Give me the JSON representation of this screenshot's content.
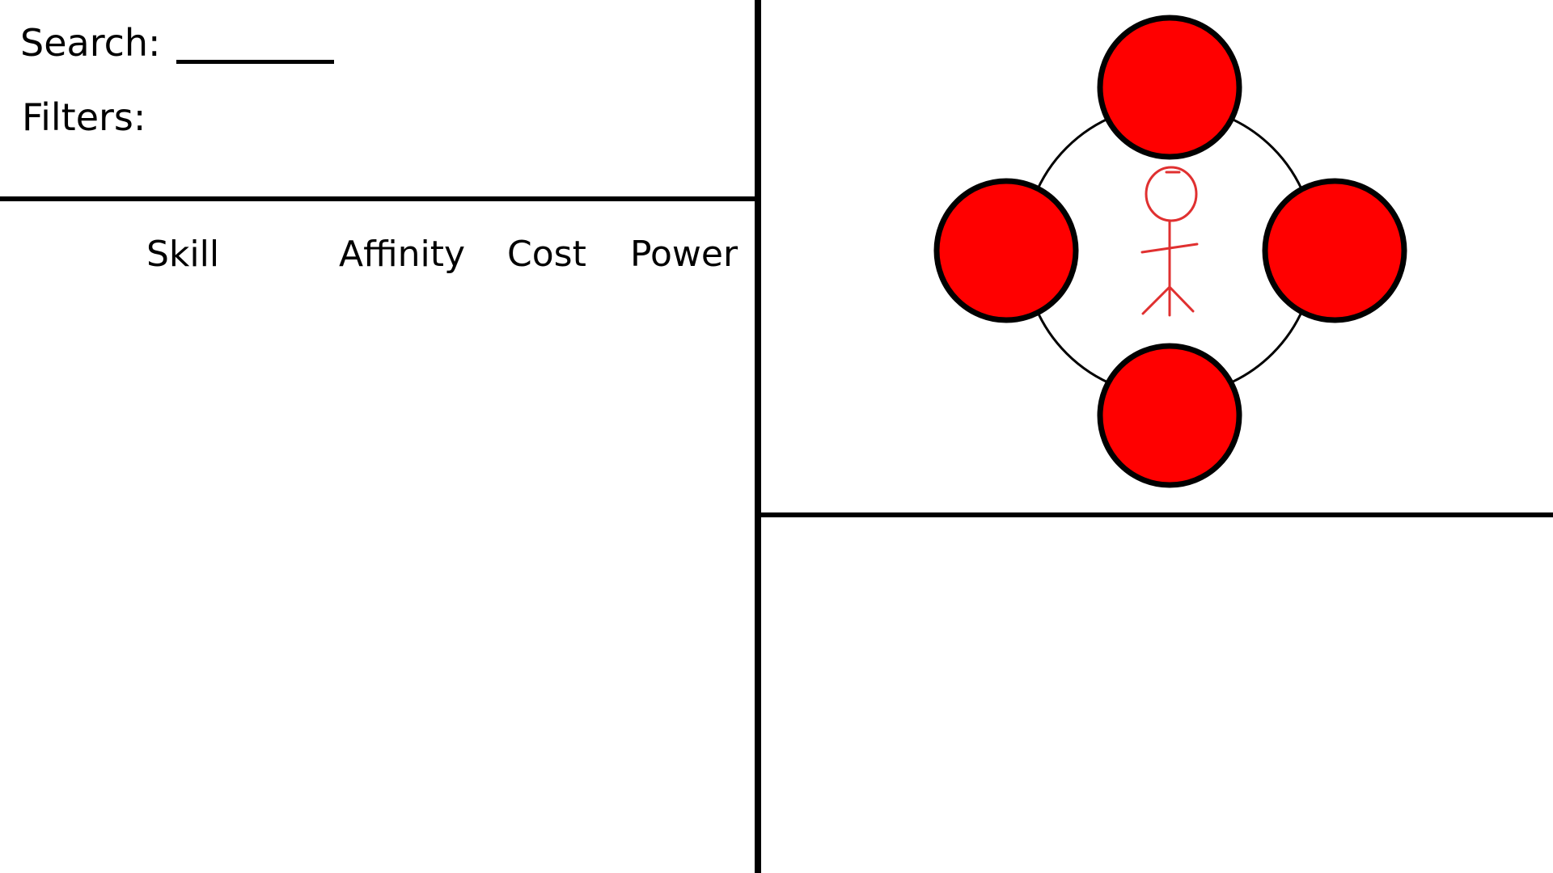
{
  "search": {
    "label": "Search:",
    "value": "",
    "placeholder": ""
  },
  "filters": {
    "label": "Filters:"
  },
  "skill_table": {
    "columns": [
      "Skill",
      "Affinity",
      "Cost",
      "Power"
    ],
    "rows": []
  },
  "skill_wheel": {
    "slots": [
      {
        "position": "top"
      },
      {
        "position": "left"
      },
      {
        "position": "right"
      },
      {
        "position": "bottom"
      }
    ],
    "slot_color": "#ff0000",
    "character_color": "#e03030"
  },
  "details": {}
}
